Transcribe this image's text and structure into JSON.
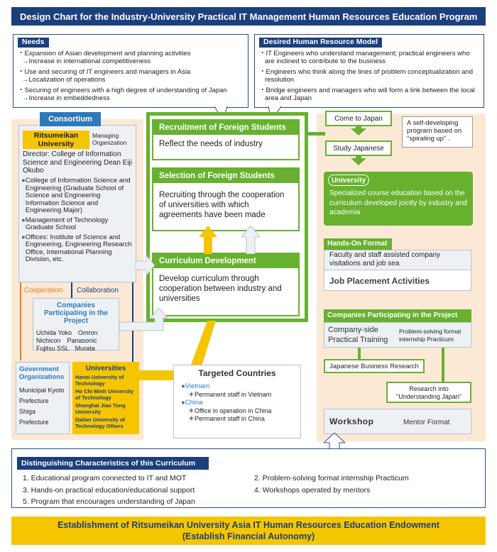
{
  "title": "Design Chart for the Industry-University Practical IT Management Human Resources Education Program",
  "needs": {
    "heading": "Needs",
    "items": [
      "・Expansion of Asian development and planning activities",
      "→Increase in international competitiveness",
      "・Use and securing of IT engineers and managers in Asia",
      "→Localization of operations",
      "・Securing of engineers with a high degree of understanding of Japan",
      "→Increase in embeddedness"
    ]
  },
  "desired": {
    "heading": "Desired Human Resource Model",
    "items": [
      "・IT Engineers who understand management; practical engineers who are inclined to contribute to the business",
      "・Engineers who think along the lines of problem conceptualization and resolution",
      "・Bridge engineers and managers who will form a link between the local area and Japan"
    ]
  },
  "consortium": {
    "label": "Consortium",
    "university": "Ritsumeikan University",
    "managing": "Managing Organization",
    "director": "Director: College of Information Science and Engineering Dean Eiji Okubo",
    "bullets": [
      "College of Information Science and Engineering (Graduate School of Science and Engineering Information Science and Engineering Major)",
      "Management of Technology Graduate School",
      "Offices: Institute of Science and Engineering, Engineering Research Office, International Planning Division, etc."
    ],
    "cooperation": "Cooperation",
    "collaboration": "Collaboration"
  },
  "companies_participating": {
    "title": "Companies Participating in the Project",
    "rows": [
      "Uchida Yoko　Omron",
      "Nichicon　Panasonic",
      "Fujitsu SSL　Murata"
    ]
  },
  "government": {
    "title": "Government Organizations",
    "items": [
      "Municipal Kyoto",
      "Prefecture Shiga",
      "Prefecture"
    ]
  },
  "universities": {
    "title": "Universities",
    "items": [
      "Hanoi University of Technology",
      "Ho Chi Minh University of Technology",
      "Shanghai Jiao Tong University",
      "Dalian University of Technology Others"
    ]
  },
  "center": {
    "recruit_head": "Recruitment of Foreign Students",
    "recruit_body": "Reflect the needs of industry",
    "selection_head": "Selection of Foreign Students",
    "selection_body": "Recruiting through the cooperation of universities with which agreements have been made",
    "curriculum_head": "Curriculum Development",
    "curriculum_body": "Develop curriculum through cooperation between industry and universities"
  },
  "targeted": {
    "title": "Targeted Countries",
    "vietnam": "Vietnam",
    "vietnam_item": "＊Permanent staff in Vietnam",
    "china": "China",
    "china_items": [
      "＊Office in operation in China",
      "＊Permanent staff in China"
    ]
  },
  "right": {
    "come": "Come to Japan",
    "self_dev": "A self-developing program based on \"spiraling up\" .",
    "study": "Study Japanese",
    "university_head": "University",
    "university_body": "Specialized course education based on the curriculum developed jointly by industry and academia",
    "handson_head": "Hands-On Format",
    "handson_body": "Faculty and staff assisted company visitations and job sea",
    "job": "Job Placement Activities",
    "companies_head": "Companies Participating in the Project",
    "company_side": "Company-side Practical Training",
    "problem_solving": "Problem-solving format internship Practicum",
    "jbr": "Japanese Business Research",
    "research": "Research into \"Understanding Japan\"",
    "workshop": "Workshop",
    "mentor": "Mentor Format"
  },
  "characteristics": {
    "heading": "Distinguishing Characteristics of this Curriculum",
    "left": [
      "1. Educational program connected to IT and MOT",
      "3. Hands-on practical education/educational support",
      "5. Program that encourages understanding of Japan"
    ],
    "right": [
      "2. Problem-solving format internship Practicum",
      "4. Workshops operated by mentors"
    ]
  },
  "footer": {
    "line1": "Establishment of Ritsumeikan University Asia IT Human Resources Education Endowment",
    "line2": "(Establish Financial Autonomy)"
  }
}
